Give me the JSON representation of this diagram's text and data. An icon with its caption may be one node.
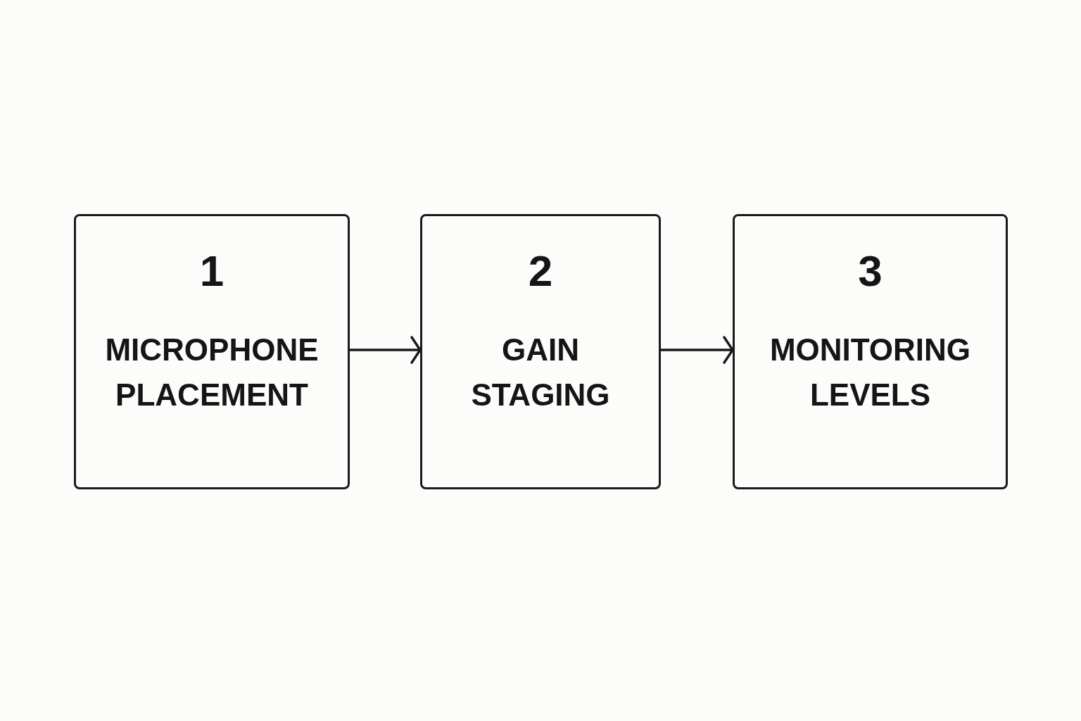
{
  "diagram": {
    "nodes": [
      {
        "text": [
          "1",
          "MICROPHONE PLACEMENT"
        ]
      },
      {
        "text": [
          "2",
          "GAIN STAGING"
        ]
      },
      {
        "text": [
          "3",
          "MONITORING LEVELS"
        ]
      }
    ],
    "edges": [
      {
        "from": 0,
        "to": 1,
        "arrow": "to"
      },
      {
        "from": 1,
        "to": 2,
        "arrow": "to"
      }
    ]
  }
}
